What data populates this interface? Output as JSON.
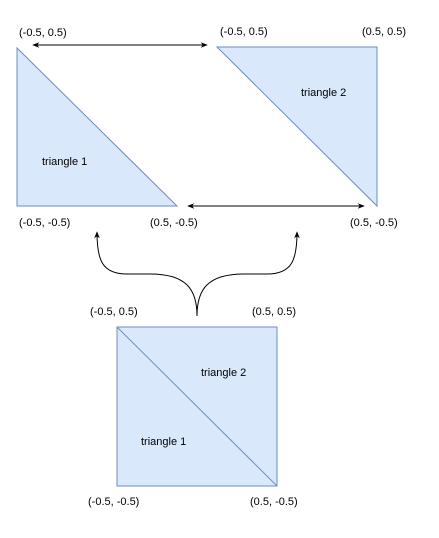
{
  "colors": {
    "shape_fill": "#dae8fc",
    "shape_stroke": "#6c8ebf",
    "edge": "#000000"
  },
  "triangle_1": {
    "name": "triangle 1",
    "corner_top_left": "(-0.5, 0.5)",
    "corner_bottom_left": "(-0.5, -0.5)",
    "corner_bottom_right": "(0.5, -0.5)"
  },
  "triangle_2": {
    "name": "triangle 2",
    "corner_top_left": "(-0.5, 0.5)",
    "corner_top_right": "(0.5, 0.5)",
    "corner_bottom_right": "(0.5, -0.5)"
  },
  "square": {
    "lower_label": "triangle 1",
    "upper_label": "triangle 2",
    "corner_top_left": "(-0.5, 0.5)",
    "corner_top_right": "(0.5, 0.5)",
    "corner_bottom_left": "(-0.5, -0.5)",
    "corner_bottom_right": "(0.5, -0.5)"
  }
}
